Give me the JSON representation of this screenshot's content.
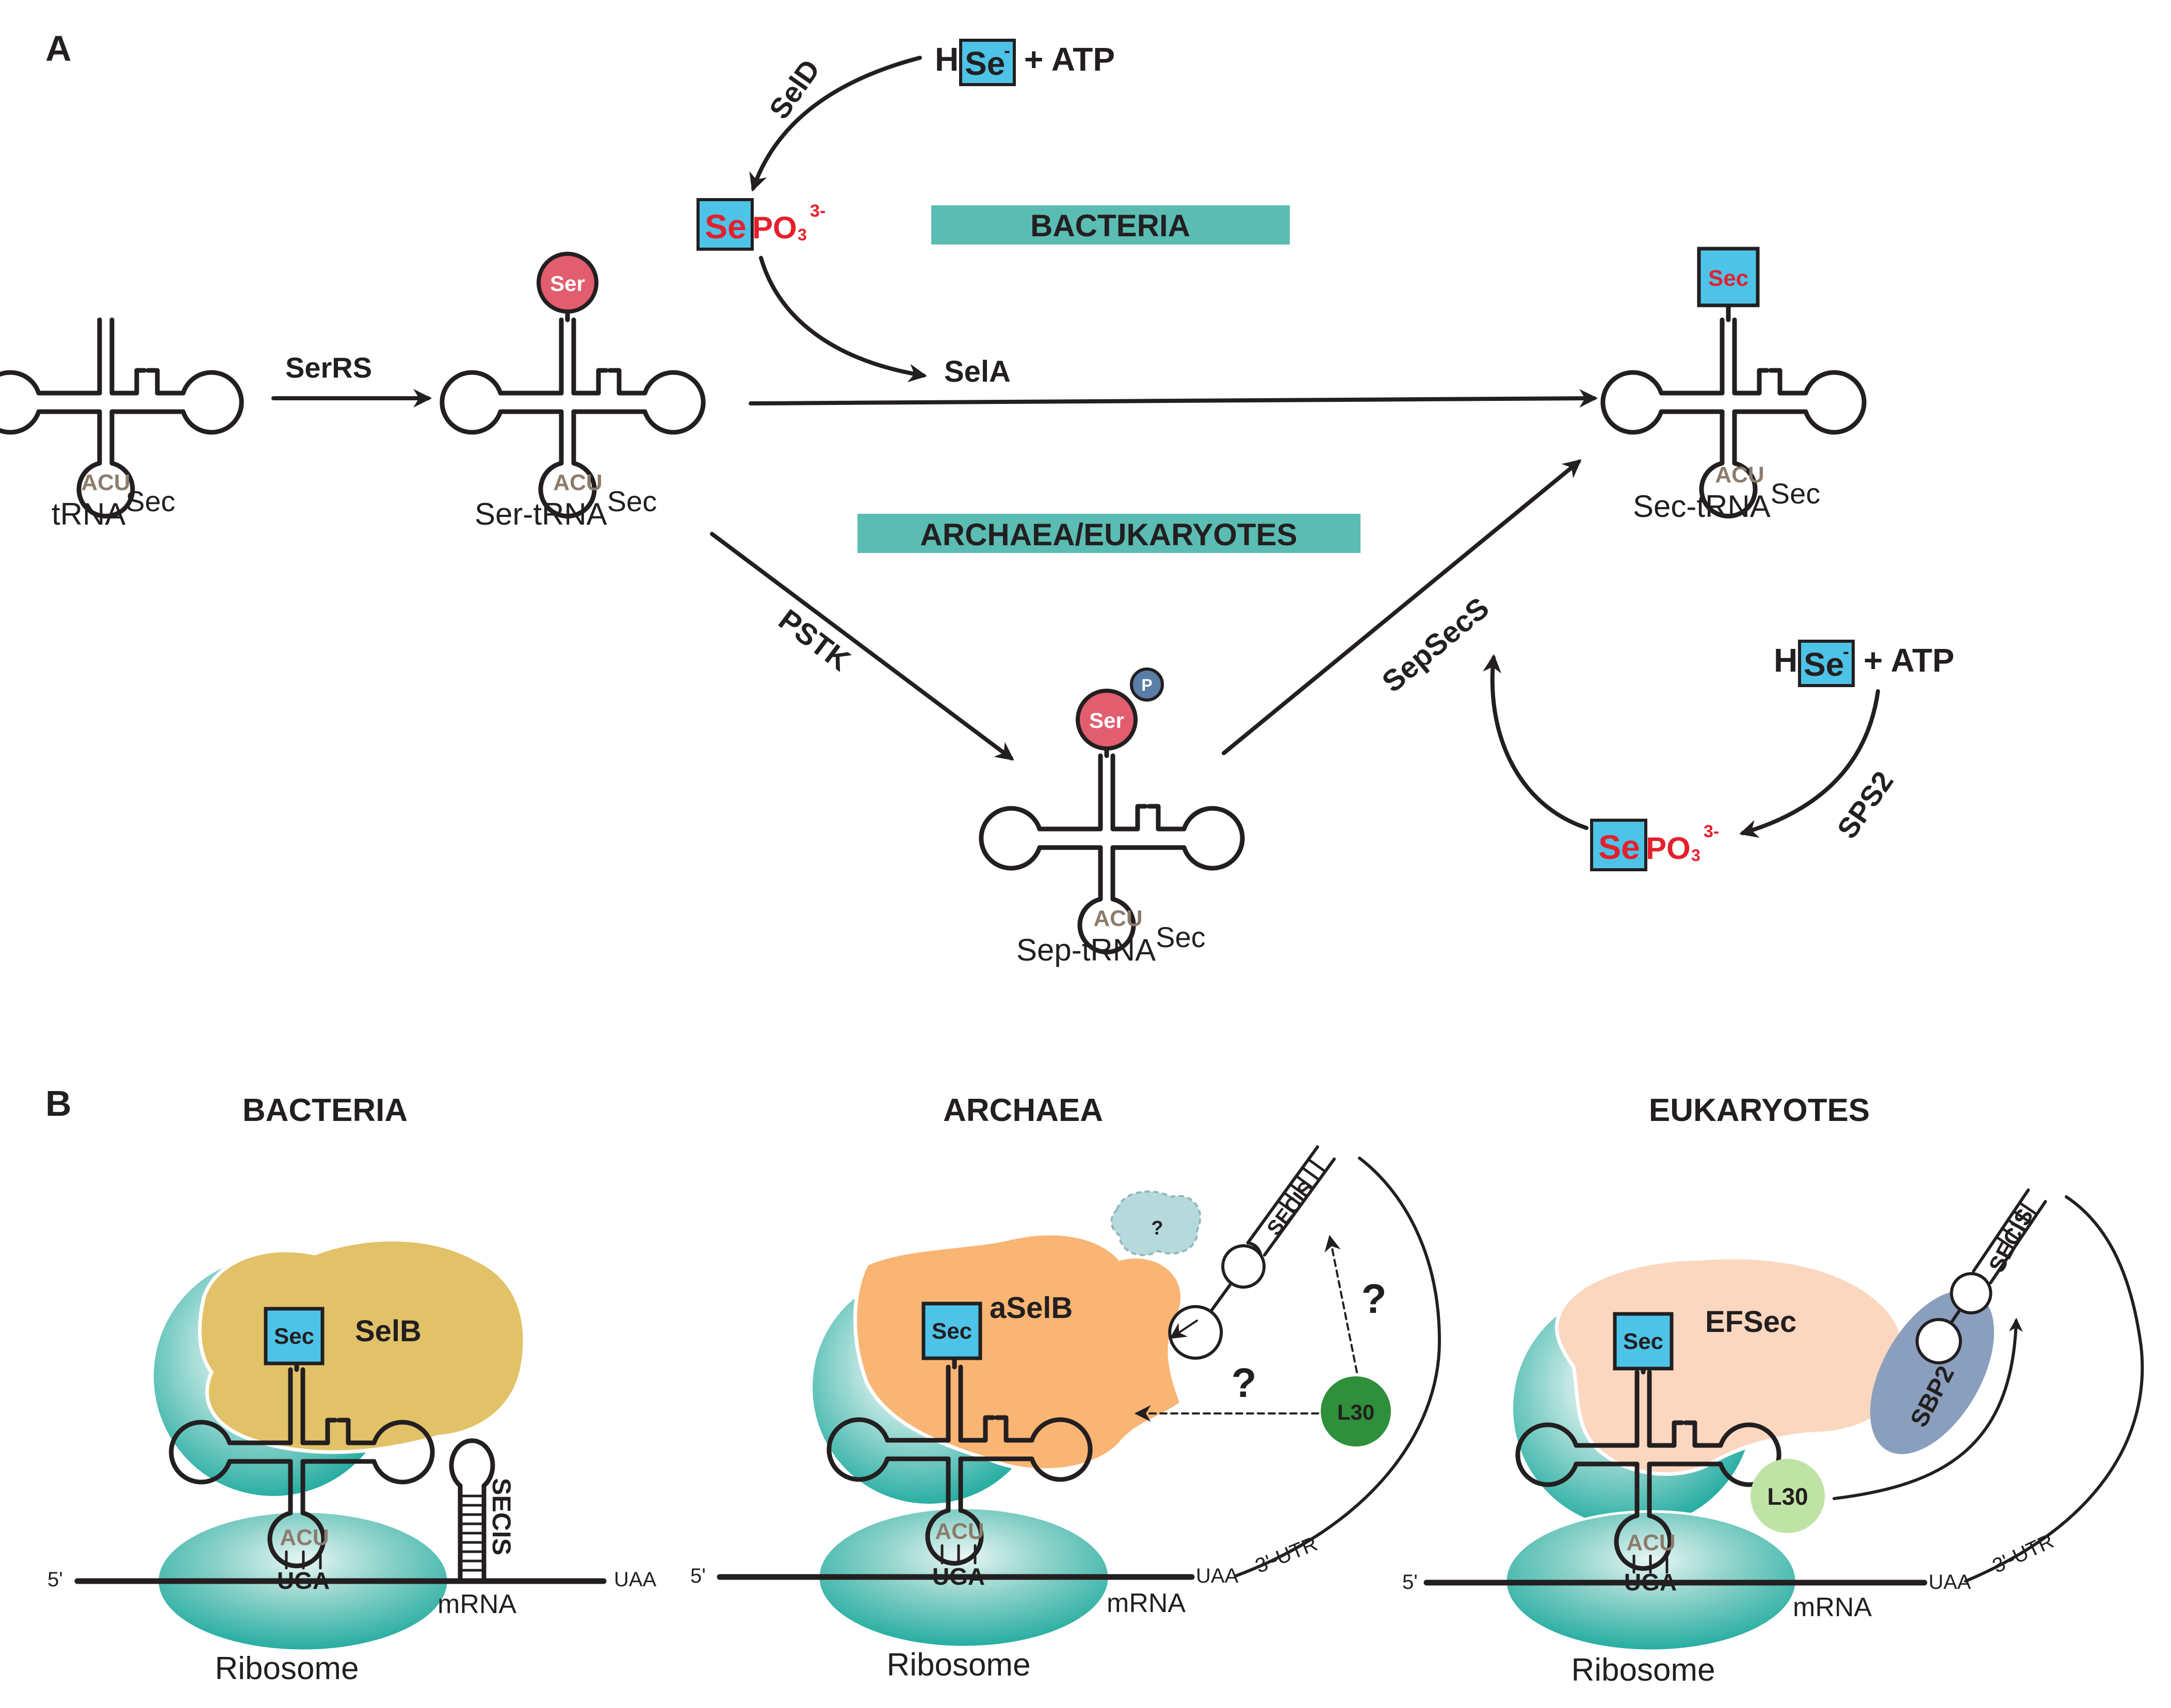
{
  "panels": {
    "a": "A",
    "b": "B"
  },
  "panel_a": {
    "trnas": {
      "trna": {
        "name": "tRNA",
        "sup": "Sec",
        "anticodon": "ACU"
      },
      "ser_trna": {
        "name": "Ser-tRNA",
        "sup": "Sec",
        "anticodon": "ACU",
        "residue": "Ser"
      },
      "sec_trna": {
        "name": "Sec-tRNA",
        "sup": "Sec",
        "anticodon": "ACU",
        "residue": "Sec"
      },
      "sep_trna": {
        "name": "Sep-tRNA",
        "sup": "Sec",
        "anticodon": "ACU",
        "residue": "Ser",
        "phospho": "P"
      }
    },
    "enzymes": {
      "serrs": "SerRS",
      "seld": "SelD",
      "sela": "SelA",
      "pstk": "PSTK",
      "sepsecs": "SepSecS",
      "sps2": "SPS2"
    },
    "banners": {
      "bacteria": "BACTERIA",
      "archaea_eukaryotes": "ARCHAEA/EUKARYOTES"
    },
    "bacterial_donor": {
      "h": "H",
      "se": "Se",
      "se_charge": "-",
      "atp": "+ ATP"
    },
    "bacterial_product": {
      "se": "Se",
      "po": "PO",
      "sub": "3",
      "charge": "3-"
    },
    "eukaryotic_donor": {
      "h": "H",
      "se": "Se",
      "se_charge": "-",
      "atp": "+ ATP"
    },
    "eukaryotic_product": {
      "se": "Se",
      "po": "PO",
      "sub": "3",
      "charge": "3-"
    }
  },
  "panel_b": {
    "bacteria": {
      "title": "BACTERIA",
      "factor": "SelB",
      "residue": "Sec",
      "anticodon": "ACU",
      "codon": "UGA",
      "five_prime": "5'",
      "stop": "UAA",
      "element": "SECIS",
      "mrna": "mRNA",
      "ribosome": "Ribosome"
    },
    "archaea": {
      "title": "ARCHAEA",
      "factor": "aSelB",
      "residue": "Sec",
      "anticodon": "ACU",
      "codon": "UGA",
      "five_prime": "5'",
      "stop": "UAA",
      "utr": "3'-UTR",
      "element": "SECIS",
      "mrna": "mRNA",
      "ribosome": "Ribosome",
      "unknown": "?",
      "protein": "L30"
    },
    "eukaryotes": {
      "title": "EUKARYOTES",
      "factor": "EFSec",
      "residue": "Sec",
      "anticodon": "ACU",
      "codon": "UGA",
      "five_prime": "5'",
      "stop": "UAA",
      "utr": "3'-UTR",
      "element": "SECIS",
      "mrna": "mRNA",
      "ribosome": "Ribosome",
      "protein": "L30",
      "binding_protein": "SBP2"
    }
  },
  "colors": {
    "teal_banner": "#5bbcb3",
    "se_box": "#4ec3e8",
    "ser_circle": "#e25d6e",
    "phospho": "#5a7ea7",
    "selb": "#e2c268",
    "aselb": "#f9b574",
    "efsec": "#fbd7bf",
    "sbp2": "#8a9fbd",
    "l30_dark": "#2f8f3a",
    "l30_light": "#bfe3a5",
    "ribosome": "#17a79b",
    "unknown_protein": "#b6d9dc",
    "anticodon": "#8c7b6b",
    "selenium_red": "#e4202d"
  }
}
